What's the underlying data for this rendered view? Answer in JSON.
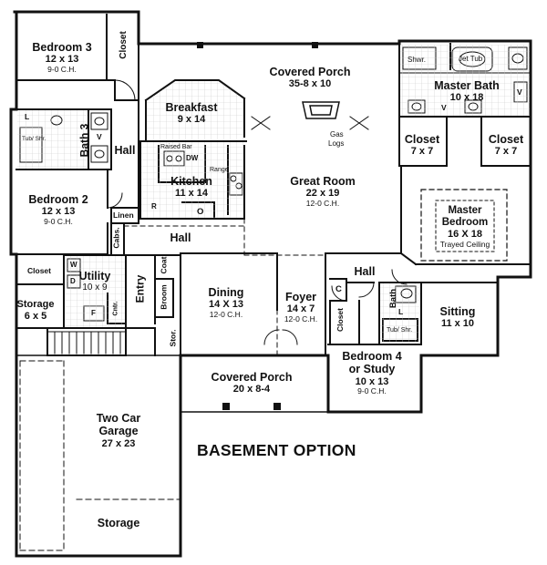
{
  "rooms": {
    "bedroom3": {
      "name": "Bedroom 3",
      "dims": "12 x 13",
      "ceiling": "9-0 C.H."
    },
    "covered_porch_rear": {
      "name": "Covered Porch",
      "dims": "35-8 x 10"
    },
    "master_bath": {
      "name": "Master Bath",
      "dims": "10 x 18"
    },
    "breakfast": {
      "name": "Breakfast",
      "dims": "9 x 14"
    },
    "bath3": {
      "name": "Bath 3"
    },
    "hall_upper": {
      "name": "Hall"
    },
    "kitchen": {
      "name": "Kitchen",
      "dims": "11 x 14"
    },
    "great_room": {
      "name": "Great Room",
      "dims": "22 x 19",
      "ceiling": "12-0 C.H."
    },
    "closet_mb_left": {
      "name": "Closet",
      "dims": "7 x 7"
    },
    "closet_mb_right": {
      "name": "Closet",
      "dims": "7 x 7"
    },
    "bedroom2": {
      "name": "Bedroom 2",
      "dims": "12 x 13",
      "ceiling": "9-0 C.H."
    },
    "master_bedroom": {
      "name": "Master Bedroom",
      "line1": "Master",
      "line2": "Bedroom",
      "dims": "16  X 18",
      "ceiling": "Trayed Ceiling"
    },
    "hall_mid": {
      "name": "Hall"
    },
    "utility": {
      "name": "Utility",
      "dims": "10 x 9"
    },
    "hall_right": {
      "name": "Hall"
    },
    "dining": {
      "name": "Dining",
      "dims": "14 X 13",
      "ceiling": "12-0 C.H."
    },
    "foyer": {
      "name": "Foyer",
      "dims": "14 x 7",
      "ceiling": "12-0 C.H."
    },
    "sitting": {
      "name": "Sitting",
      "dims": "11 x 10"
    },
    "storage_small": {
      "name": "Storage",
      "dims": "6 x 5"
    },
    "covered_porch_front": {
      "name": "Covered Porch",
      "dims": "20 x 8-4"
    },
    "bedroom4": {
      "name": "Bedroom 4 or Study",
      "line1": "Bedroom 4",
      "line2": "or Study",
      "dims": "10 x 13",
      "ceiling": "9-0 C.H."
    },
    "garage": {
      "name": "Two Car Garage",
      "line1": "Two Car",
      "line2": "Garage",
      "dims": "27 x 23"
    },
    "garage_storage": {
      "name": "Storage"
    }
  },
  "small_labels": {
    "closet_b3": "Closet",
    "shwr": "Shwr.",
    "jet_tub": "Jet Tub",
    "tub_shr_left": "Tub/ Shr.",
    "tub_shr_right": "Tub/ Shr.",
    "raised_bar": "Raised Bar",
    "dw": "DW",
    "range": "Range",
    "gas_logs": "Gas Logs",
    "gas": "Gas",
    "logs": "Logs",
    "linen": "Linen",
    "cabs": "Cabs.",
    "closet_util": "Closet",
    "entry": "Entry",
    "coat": "Coat",
    "broom": "Broom",
    "cntr": "Cntr.",
    "stor": "Stor.",
    "closet_hall": "Closet",
    "bath_small": "Bath",
    "c": "C",
    "w": "W",
    "d": "D",
    "f": "F",
    "r": "R",
    "o": "O",
    "l1": "L",
    "l2": "L",
    "v1": "V",
    "v2": "V",
    "v3": "V"
  },
  "basement_option": "BASEMENT OPTION"
}
